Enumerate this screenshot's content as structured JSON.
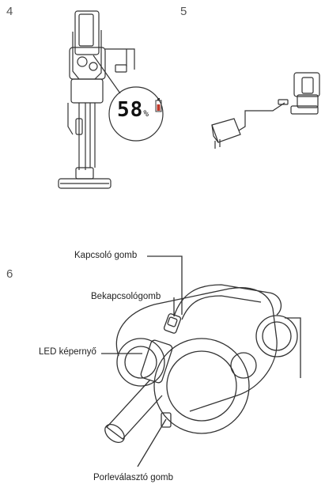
{
  "steps": [
    "4",
    "5",
    "6"
  ],
  "display": {
    "value": "58",
    "unit": "%"
  },
  "labels": {
    "switch_button": "Kapcsoló gomb",
    "power_button": "Bekapcsológomb",
    "led_screen": "LED képernyő",
    "dust_release_button": "Porleválasztó gomb"
  },
  "colors": {
    "line": "#333333",
    "text": "#222222"
  }
}
